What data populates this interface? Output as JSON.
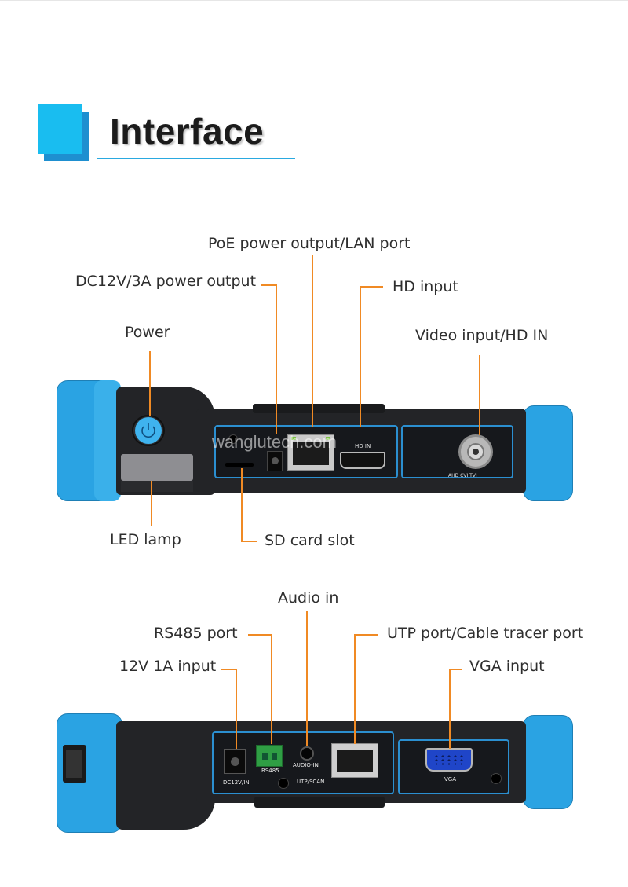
{
  "header": {
    "title": "Interface"
  },
  "watermark": "wanglutech.com",
  "top_view": {
    "labels": {
      "poe": "PoE power output/LAN port",
      "dc12v": "DC12V/3A power output",
      "hd": "HD input",
      "power": "Power",
      "video": "Video input/HD IN",
      "led": "LED lamp",
      "sd": "SD card slot"
    },
    "ports": {
      "hdin": "HD IN",
      "ahd": "AHD CVI TVI"
    }
  },
  "bottom_view": {
    "labels": {
      "audio": "Audio in",
      "rs485": "RS485 port",
      "utp": "UTP port/Cable tracer port",
      "v12": "12V 1A input",
      "vga": "VGA input"
    },
    "ports": {
      "dcin": "DC12V/IN",
      "rs485": "RS485",
      "audio": "AUDIO-IN",
      "utp": "UTP/SCAN",
      "vga": "VGA"
    }
  },
  "colors": {
    "accent": "#19bdf0",
    "leader": "#f08a24",
    "bumper": "#2aa3e3"
  }
}
